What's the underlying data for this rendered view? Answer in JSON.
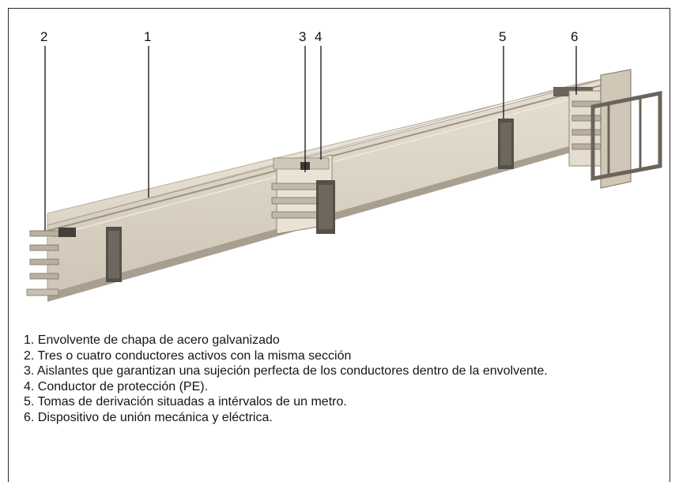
{
  "figure": {
    "callouts": [
      {
        "number": "2"
      },
      {
        "number": "1"
      },
      {
        "number": "3"
      },
      {
        "number": "4"
      },
      {
        "number": "5"
      },
      {
        "number": "6"
      }
    ],
    "legend": [
      "1. Envolvente de chapa de acero galvanizado",
      "2. Tres o cuatro conductores activos con la misma sección",
      "3. Aislantes que garantizan una sujeción perfecta de los conductores dentro de la envolvente.",
      "4. Conductor de protección (PE).",
      "5. Tomas de derivación situadas a intérvalos de un metro.",
      "6. Dispositivo de unión mecánica y eléctrica."
    ],
    "colors": {
      "border": "#2b2b2b",
      "casing_light": "#ece6da",
      "casing_face": "#d8d0c2",
      "casing_shadow": "#a89f90",
      "insulator": "#555049",
      "text": "#151515"
    }
  }
}
